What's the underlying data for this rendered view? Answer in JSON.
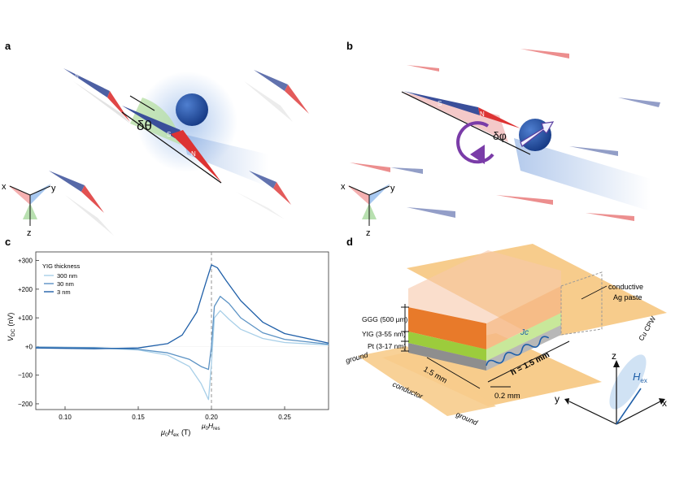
{
  "panels": {
    "a": {
      "letter": "a",
      "angle_label": "δθ",
      "axes": {
        "x": "x",
        "y": "y",
        "z": "z"
      },
      "magnet_labels": {
        "south": "S",
        "north": "N"
      }
    },
    "b": {
      "letter": "b",
      "angle_label": "δφ",
      "axes": {
        "x": "x",
        "y": "y",
        "z": "z"
      },
      "magnet_labels": {
        "south": "S",
        "north": "N"
      }
    },
    "c": {
      "letter": "c"
    },
    "d": {
      "letter": "d",
      "layer_labels": [
        "GGG (500 µm)",
        "YIG (3-55 nm)",
        "Pt (3-17 nm)"
      ],
      "paste_label_1": "conductive",
      "paste_label_2": "Ag paste",
      "cpw_label": "Cu CPW",
      "jc_label": "Jc",
      "h_label": "h = 1.5 mm",
      "width_label": "1.5 mm",
      "gap_label": "0.2 mm",
      "ground_left": "ground",
      "conductor": "conductor",
      "ground_right": "ground",
      "axes": {
        "x": "x",
        "y": "y",
        "z": "z"
      },
      "field_label": "H",
      "field_sub": "ex"
    }
  },
  "colors": {
    "pt": "#8e8e8e",
    "yig": "#9ccc3c",
    "ggg": "#e87a2a",
    "cpw": "#f7cc8c",
    "accent_blue": "#1f5fa8",
    "magnet_red": "#d33",
    "magnet_blue": "#3a4f9a"
  },
  "chart_data": {
    "type": "line",
    "xlabel_main": "μ",
    "xlabel_sub0": "0",
    "xlabel_h": "H",
    "xlabel_sub": "ex",
    "xlabel_unit": "(T)",
    "ylabel_main": "V",
    "ylabel_sub": "DC",
    "ylabel_unit": "(nV)",
    "xlim": [
      0.08,
      0.28
    ],
    "ylim": [
      -220,
      330
    ],
    "xticks": [
      0.1,
      0.15,
      0.2,
      0.25
    ],
    "xtick_labels": [
      "0.10",
      "0.15",
      "0.20",
      "0.25"
    ],
    "yticks": [
      300,
      200,
      100,
      0,
      -100,
      -200
    ],
    "ytick_labels": [
      "+300",
      "+200",
      "+100",
      "+0",
      "−100",
      "−200"
    ],
    "resonance": {
      "x": 0.2,
      "label_main": "μ",
      "label_sub0": "0",
      "label_h": "H",
      "label_sub": "res"
    },
    "legend_title": "YIG thickness",
    "legend_position": "top-left",
    "series": [
      {
        "name": "300 nm",
        "color": "#a8cfe8",
        "x": [
          0.08,
          0.12,
          0.15,
          0.17,
          0.185,
          0.193,
          0.198,
          0.2,
          0.202,
          0.206,
          0.212,
          0.22,
          0.235,
          0.25,
          0.28
        ],
        "y": [
          -2,
          -5,
          -12,
          -30,
          -70,
          -130,
          -185,
          -60,
          100,
          125,
          95,
          60,
          28,
          14,
          5
        ]
      },
      {
        "name": "30 nm",
        "color": "#5b92c4",
        "x": [
          0.08,
          0.12,
          0.15,
          0.17,
          0.185,
          0.193,
          0.198,
          0.2,
          0.202,
          0.206,
          0.212,
          0.22,
          0.235,
          0.25,
          0.28
        ],
        "y": [
          -2,
          -4,
          -10,
          -22,
          -45,
          -70,
          -80,
          0,
          140,
          175,
          150,
          100,
          48,
          25,
          8
        ]
      },
      {
        "name": "3 nm",
        "color": "#1f5fa8",
        "x": [
          0.08,
          0.12,
          0.15,
          0.17,
          0.18,
          0.19,
          0.196,
          0.2,
          0.204,
          0.21,
          0.22,
          0.235,
          0.25,
          0.28
        ],
        "y": [
          -5,
          -8,
          -5,
          10,
          40,
          120,
          220,
          285,
          275,
          230,
          160,
          85,
          45,
          12
        ]
      }
    ]
  }
}
